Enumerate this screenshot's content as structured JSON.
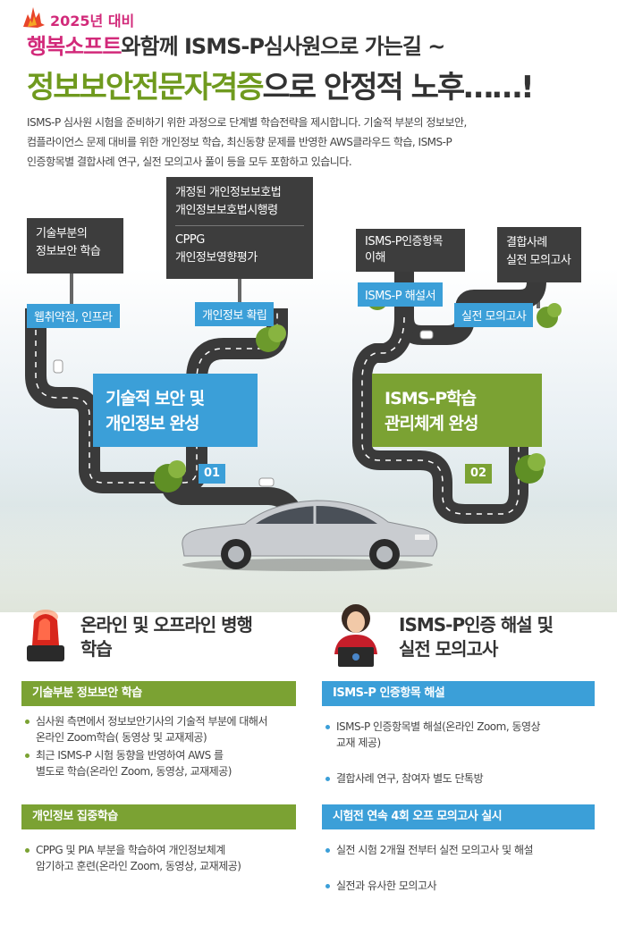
{
  "header": {
    "year_badge": "2025년 대비",
    "headline1_brand": "행복소프트",
    "headline1_rest": "와함께 ISMS-P심사원으로 가는길 ~",
    "headline2_highlight": "정보보안전문자격증",
    "headline2_rest": "으로 안정적 노후……!",
    "intro_lines": [
      "ISMS-P 심사원 시험을 준비하기 위한 과정으로 단계별 학습전략을 제시합니다. 기술적 부분의 정보보안,",
      "컴플라이언스 문제 대비를 위한 개인정보 학습, 최신동향 문제를 반영한 AWS클라우드 학습, ISMS-P",
      "인증항목별 결합사례 연구, 실전 모의고사 풀이 등을 모두 포함하고 있습니다."
    ]
  },
  "roadmap": {
    "sign_tech_lines": [
      "기술부분의",
      "정보보안 학습"
    ],
    "sign_priv_top": [
      "개정된 개인정보보호법",
      "개인정보보호법시행령"
    ],
    "sign_priv_bottom": [
      "CPPG",
      "개인정보영향평가"
    ],
    "sign_isms_lines": [
      "ISMS-P인증항목",
      "이해"
    ],
    "sign_case_lines": [
      "결합사례",
      "실전 모의고사"
    ],
    "tag_web": "웹취약점, 인프라",
    "tag_priv": "개인정보 확립",
    "tag_isms": "ISMS-P 해설서",
    "tag_mock": "실전 모의고사",
    "stage1_lines": [
      "기술적 보안 및",
      "개인정보 완성"
    ],
    "stage2_lines": [
      "ISMS-P학습",
      "관리체계 완성"
    ],
    "num1": "01",
    "num2": "02"
  },
  "features": {
    "left_head_lines": [
      "온라인 및 오프라인 병행",
      "학습"
    ],
    "right_head_lines": [
      "ISMS-P인증 해설 및",
      "실전 모의고사"
    ],
    "left_bar1": "기술부분 정보보안 학습",
    "left_list1": [
      [
        "심사원 측면에서 정보보안기사의 기술적 부분에 대해서",
        "온라인 Zoom학습( 동영상 및 교재제공)"
      ],
      [
        "최근 ISMS-P 시험 동향을 반영하여 AWS 를",
        "별도로 학습(온라인 Zoom, 동영상, 교재제공)"
      ]
    ],
    "left_bar2": "개인정보 집중학습",
    "left_list2": [
      [
        "CPPG 및 PIA 부분을 학습하여 개인정보체계",
        "암기하고 훈련(온라인 Zoom, 동영상, 교재제공)"
      ]
    ],
    "right_bar1": "ISMS-P 인증항목 해설",
    "right_list1": [
      [
        "ISMS-P 인증항목별 해설(온라인 Zoom, 동영상",
        "교재 제공)"
      ],
      [
        "결합사례 연구, 참여자 별도 단톡방"
      ]
    ],
    "right_bar2": "시험전 연속 4회 오프 모의고사 실시",
    "right_list2": [
      [
        "실전 시험 2개월 전부터 실전 모의고사 및 해설"
      ],
      [
        "실전과 유사한 모의고사"
      ]
    ]
  },
  "colors": {
    "brand_pink": "#d22a7a",
    "green": "#7ba233",
    "blue": "#3b9fd8",
    "sign_dark": "#3d3d3d"
  }
}
